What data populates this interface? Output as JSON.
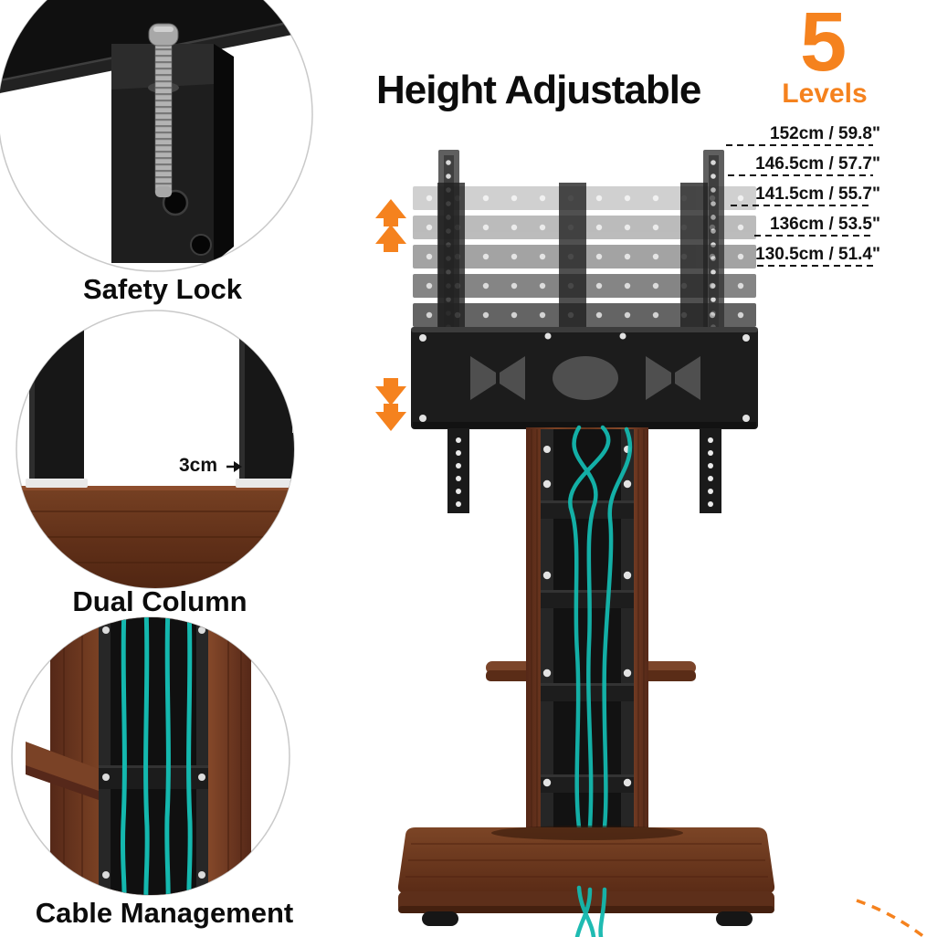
{
  "title": "Height Adjustable",
  "badge": {
    "number": "5",
    "label": "Levels"
  },
  "levels": [
    "152cm / 59.8\"",
    "146.5cm / 57.7\"",
    "141.5cm / 55.7\"",
    "136cm / 53.5\"",
    "130.5cm / 51.4\""
  ],
  "features": {
    "safety_lock": {
      "label": "Safety Lock"
    },
    "dual_column": {
      "label": "Dual Column",
      "annotation": "3cm"
    },
    "cable_management": {
      "label": "Cable Management"
    }
  },
  "icons": {
    "up_arrows": "double-arrow-up-icon",
    "down_arrows": "double-arrow-down-icon"
  },
  "colors": {
    "accent_orange": "#F5821E",
    "cable_teal": "#14B8AE",
    "wood_brown": "#6B3A22",
    "metal_black": "#161616"
  }
}
